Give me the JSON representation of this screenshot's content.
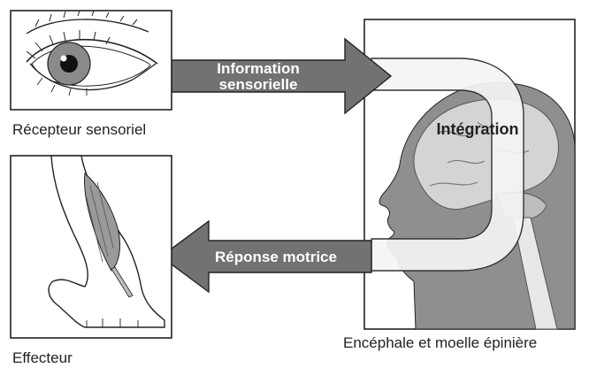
{
  "labels": {
    "receptor": "Récepteur sensoriel",
    "effector": "Effecteur",
    "cns": "Encéphale et moelle épinière",
    "sensory_line1": "Information",
    "sensory_line2": "sensorielle",
    "integration": "Intégration",
    "motor": "Réponse motrice"
  },
  "icons": {
    "eye": "eye-icon",
    "leg": "leg-icon",
    "head": "head-profile-icon"
  },
  "colors": {
    "arrow_gray": "#6f6f6f",
    "head_gray": "#9a9a9a",
    "brain_light": "#d6d6d6",
    "outline": "#222222"
  }
}
